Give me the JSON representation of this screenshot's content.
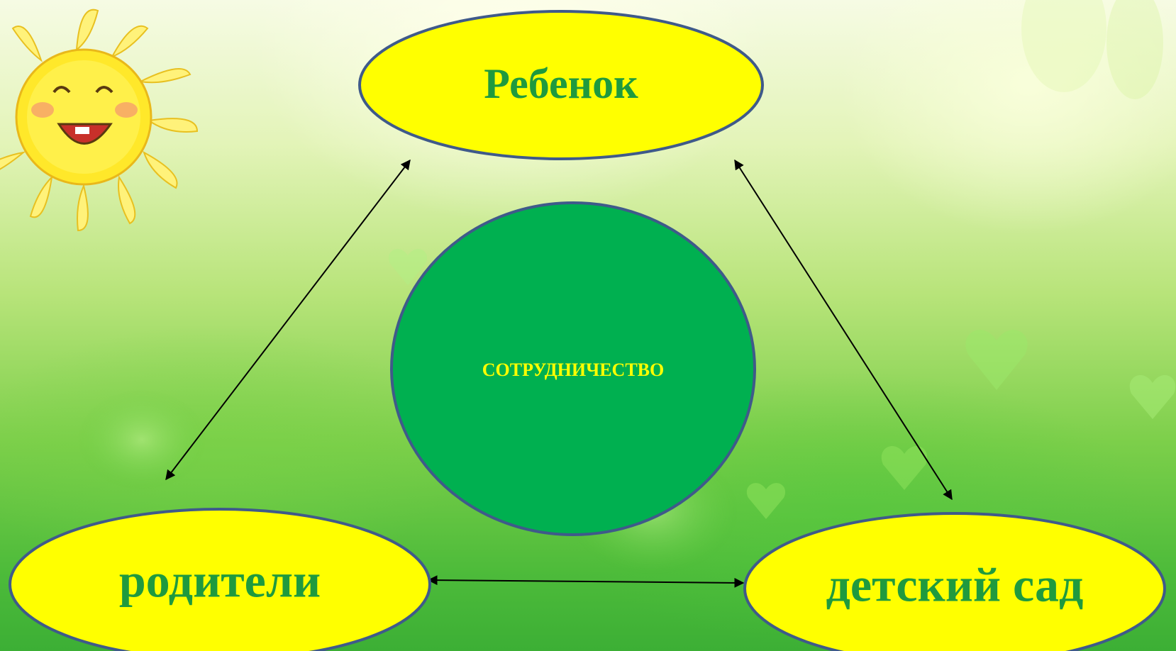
{
  "nodes": {
    "top": "Ребенок",
    "left": "родители",
    "right": "детский сад",
    "center": "СОТРУДНИЧЕСТВО"
  },
  "colors": {
    "ellipse_fill": "#ffff00",
    "ellipse_stroke": "#3f5a8a",
    "label_text": "#1f9a3e",
    "circle_fill": "#00b050",
    "circle_text": "#ffff00",
    "arrow": "#000000"
  },
  "decoration": {
    "sun_icon": "smiling-sun-icon",
    "background": "green-bokeh-hearts"
  }
}
